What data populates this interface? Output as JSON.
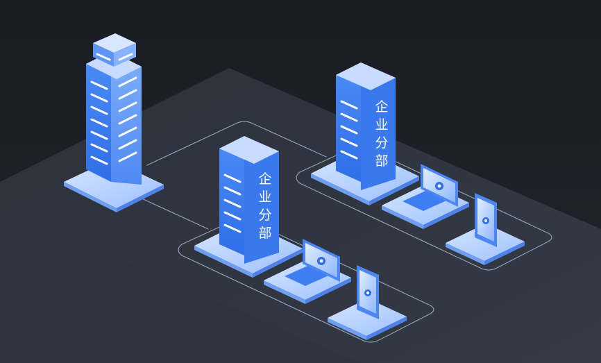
{
  "branches": [
    {
      "label_chars": [
        "企",
        "业",
        "分",
        "部"
      ]
    },
    {
      "label_chars": [
        "企",
        "业",
        "分",
        "部"
      ]
    }
  ],
  "colors": {
    "background": "#1c1f25",
    "platform": "#2a2f38",
    "building_front": "#3f7ef2",
    "building_side": "#5f98f7",
    "building_top": "#b9d3ff",
    "base_top": "#a9c9ff",
    "link_line": "#8fa0b8"
  },
  "icons": [
    "headquarters-building-icon",
    "branch-building-icon",
    "laptop-icon",
    "phone-icon"
  ]
}
